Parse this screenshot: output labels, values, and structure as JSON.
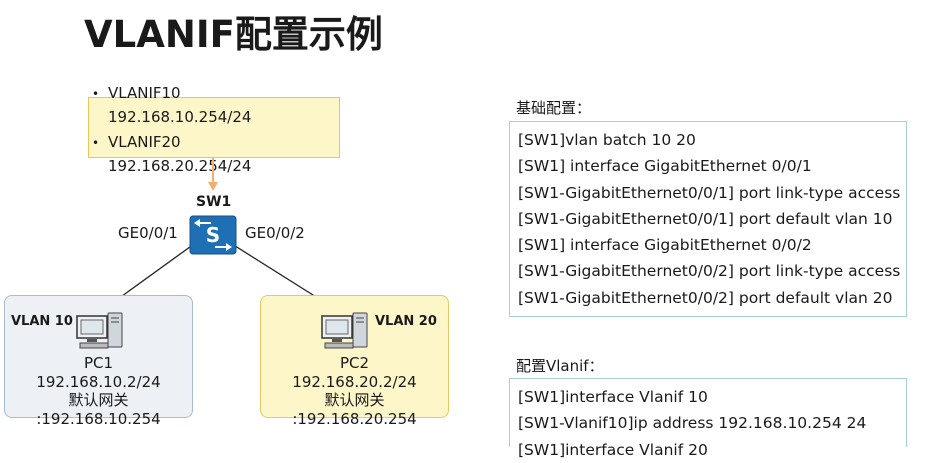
{
  "title": "VLANIF配置示例",
  "callout": {
    "bullet": "•",
    "items": [
      {
        "name": "VLANIF10",
        "ip": "192.168.10.254/24"
      },
      {
        "name": "VLANIF20",
        "ip": "192.168.20.254/24"
      }
    ]
  },
  "switch": {
    "label": "SW1",
    "icon": "switch-icon",
    "glyph": "S"
  },
  "ports": {
    "left": "GE0/0/1",
    "right": "GE0/0/2"
  },
  "pc1": {
    "vlan": "VLAN 10",
    "name": "PC1",
    "ip": "192.168.10.2/24",
    "gateway_label": "默认网关",
    "gateway": ":192.168.10.254"
  },
  "pc2": {
    "vlan": "VLAN 20",
    "name": "PC2",
    "ip": "192.168.20.2/24",
    "gateway_label": "默认网关",
    "gateway": ":192.168.20.254"
  },
  "basic_config": {
    "title": "基础配置：",
    "lines": [
      "[SW1]vlan batch 10 20",
      "[SW1] interface GigabitEthernet 0/0/1",
      "[SW1-GigabitEthernet0/0/1] port link-type access",
      "[SW1-GigabitEthernet0/0/1] port default vlan 10",
      "[SW1] interface GigabitEthernet 0/0/2",
      "[SW1-GigabitEthernet0/0/2] port link-type access",
      "[SW1-GigabitEthernet0/0/2] port default vlan 20"
    ]
  },
  "vlanif_config": {
    "title": "配置Vlanif：",
    "lines": [
      "[SW1]interface Vlanif 10",
      "[SW1-Vlanif10]ip address 192.168.10.254 24",
      "[SW1]interface Vlanif 20"
    ]
  },
  "colors": {
    "callout_fill": "#fdf6c9",
    "switch_blue": "#1f6fb5",
    "config_border": "#a9cde3",
    "pc1_fill": "#edf1f6"
  }
}
